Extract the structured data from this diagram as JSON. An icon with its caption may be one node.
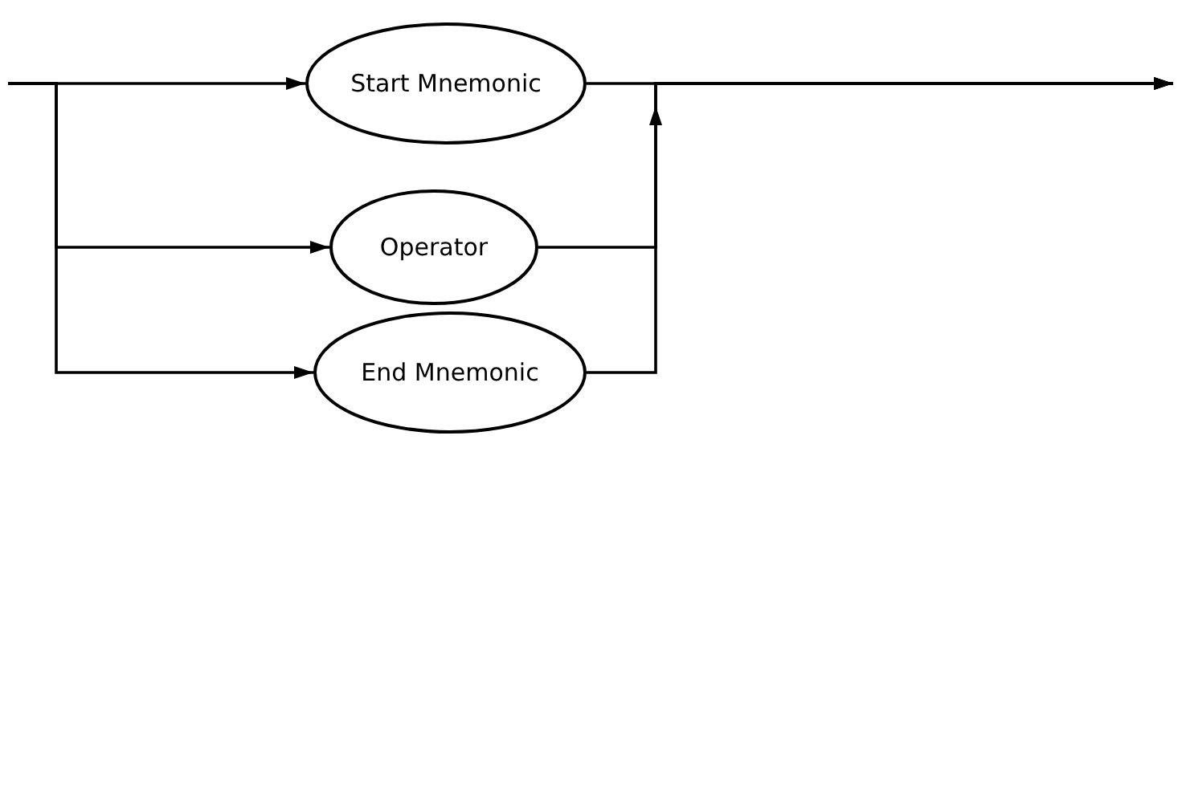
{
  "diagram": {
    "nodes": [
      {
        "text": [
          "Start Mnemonic"
        ]
      },
      {
        "text": [
          "Operator"
        ]
      },
      {
        "text": [
          "End Mnemonic"
        ]
      }
    ],
    "edges": [
      {
        "from": null,
        "to": 0,
        "arrow": "to"
      },
      {
        "from": null,
        "to": 1,
        "arrow": "to"
      },
      {
        "from": null,
        "to": 2,
        "arrow": "to"
      },
      {
        "from": 0,
        "to": null,
        "arrow": "to"
      },
      {
        "from": 1,
        "to": null,
        "arrow": "to"
      },
      {
        "from": 2,
        "to": null,
        "arrow": "to"
      }
    ]
  }
}
